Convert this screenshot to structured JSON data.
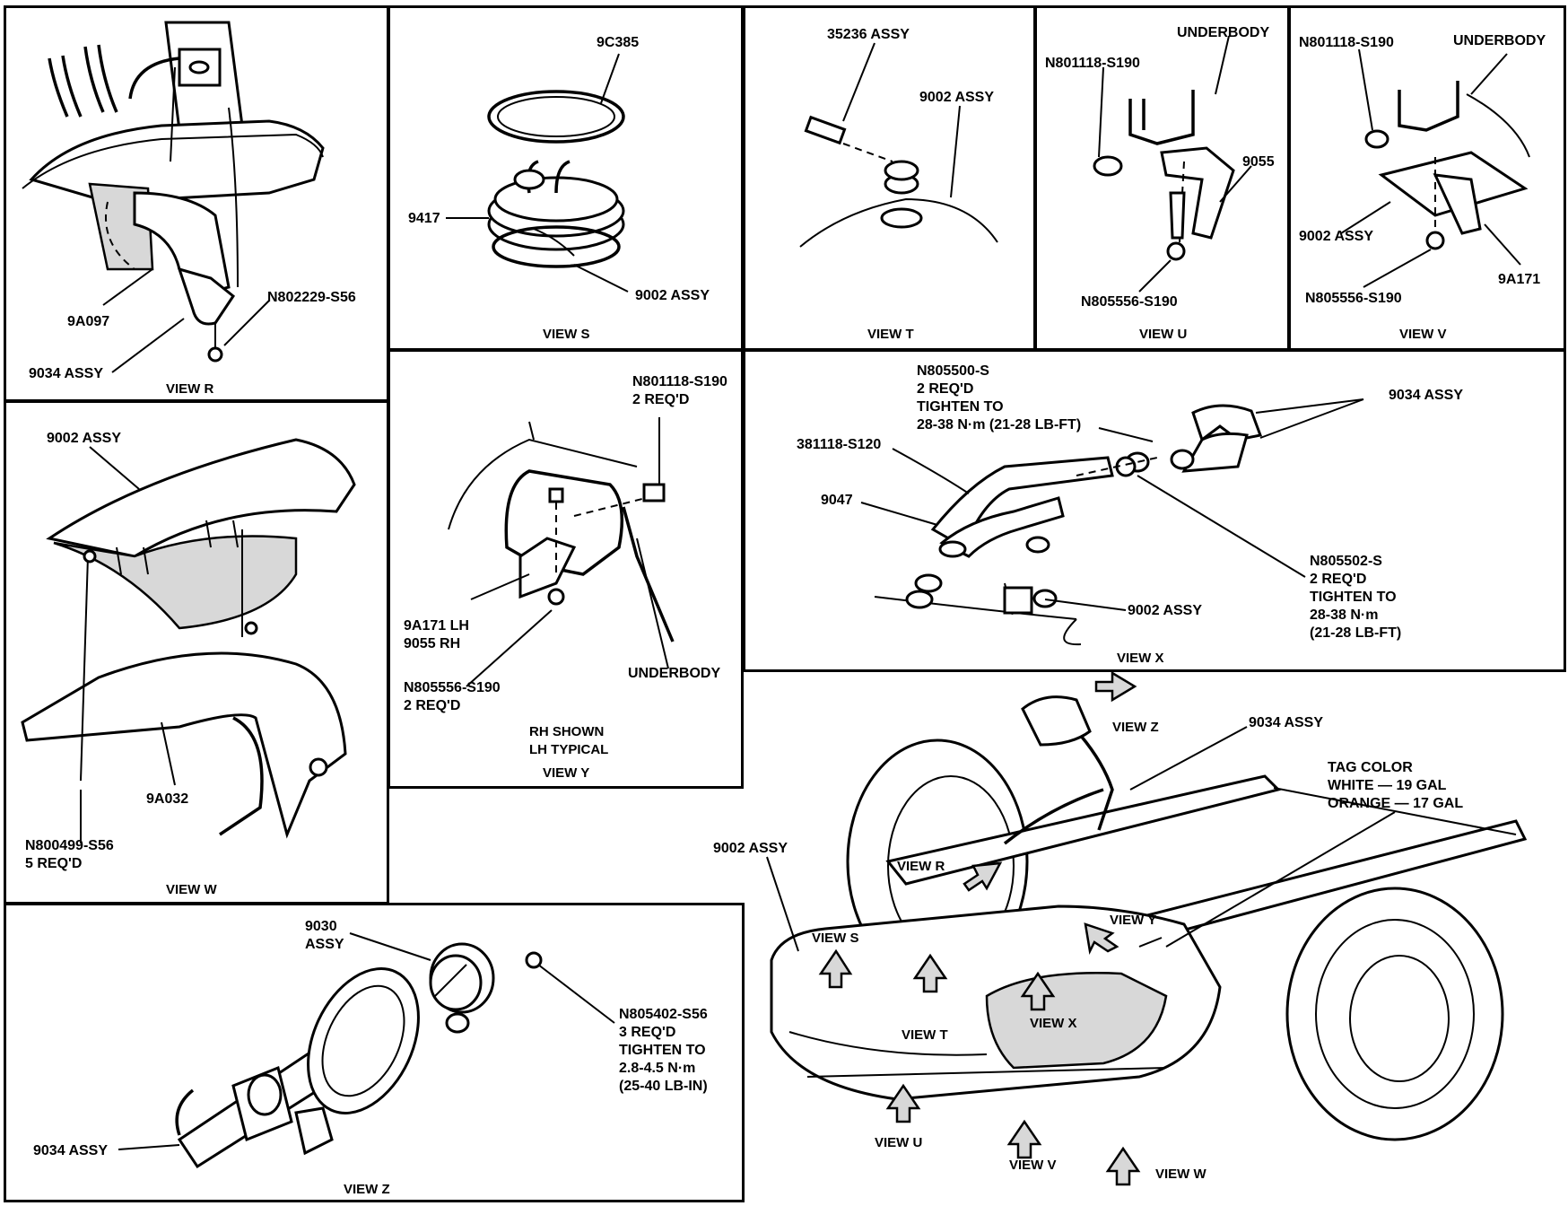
{
  "views": {
    "r": {
      "title": "VIEW R",
      "labels": [
        "9A097",
        "9034 ASSY",
        "N802229-S56"
      ]
    },
    "s": {
      "title": "VIEW S",
      "labels": [
        "9C385",
        "9417",
        "9002 ASSY"
      ]
    },
    "t": {
      "title": "VIEW T",
      "labels": [
        "35236 ASSY",
        "9002 ASSY"
      ]
    },
    "u": {
      "title": "VIEW U",
      "labels": [
        "UNDERBODY",
        "N801118-S190",
        "9055",
        "N805556-S190"
      ]
    },
    "v": {
      "title": "VIEW V",
      "labels": [
        "N801118-S190",
        "UNDERBODY",
        "9002 ASSY",
        "9A171",
        "N805556-S190"
      ]
    },
    "w": {
      "title": "VIEW W",
      "labels": [
        "9002 ASSY",
        "9A032",
        "N800499-S56",
        "5 REQ'D"
      ]
    },
    "y": {
      "title": "VIEW Y",
      "labels": [
        "N801118-S190",
        "2 REQ'D",
        "9A171 LH",
        "9055 RH",
        "N805556-S190",
        "2 REQ'D",
        "UNDERBODY",
        "RH SHOWN",
        "LH TYPICAL"
      ]
    },
    "x": {
      "title": "VIEW X",
      "labels": [
        "N805500-S",
        "2 REQ'D",
        "TIGHTEN TO",
        "28-38 N·m (21-28 LB-FT)",
        "9034 ASSY",
        "381118-S120",
        "9047",
        "9002 ASSY",
        "N805502-S",
        "2 REQ'D",
        "TIGHTEN TO",
        "28-38 N·m",
        "(21-28 LB-FT)"
      ]
    },
    "z": {
      "title": "VIEW Z",
      "labels": [
        "9030",
        "ASSY",
        "N805402-S56",
        "3 REQ'D",
        "TIGHTEN TO",
        "2.8-4.5 N·m",
        "(25-40 LB-IN)",
        "9034 ASSY"
      ]
    },
    "main": {
      "labels": [
        "VIEW Z",
        "9034 ASSY",
        "TAG COLOR",
        "WHITE — 19 GAL",
        "ORANGE — 17 GAL",
        "9002 ASSY",
        "VIEW R",
        "VIEW S",
        "VIEW Y",
        "VIEW T",
        "VIEW X",
        "VIEW U",
        "VIEW V",
        "VIEW W"
      ]
    }
  }
}
